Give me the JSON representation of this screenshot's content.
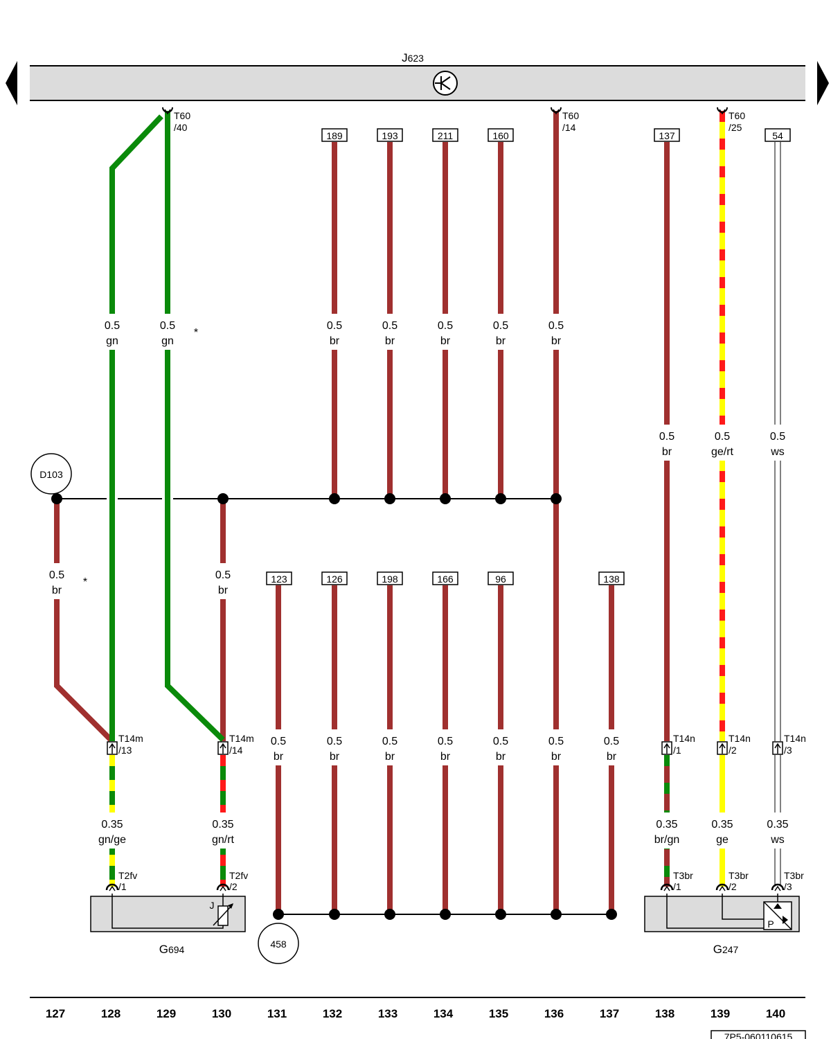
{
  "control_unit": {
    "id": "J",
    "sub": "623"
  },
  "wires_top": [
    {
      "size": "0.5",
      "color": "gn"
    },
    {
      "size": "0.5",
      "color": "gn"
    },
    {
      "size": "0.5",
      "color": "br"
    },
    {
      "size": "0.5",
      "color": "br"
    },
    {
      "size": "0.5",
      "color": "br"
    },
    {
      "size": "0.5",
      "color": "br"
    },
    {
      "size": "0.5",
      "color": "br"
    },
    {
      "size": "0.5",
      "color": "br"
    },
    {
      "size": "0.5",
      "color": "ge/rt"
    },
    {
      "size": "0.5",
      "color": "ws"
    }
  ],
  "wires_mid": [
    {
      "size": "0.5",
      "color": "br"
    },
    {
      "size": "0.5",
      "color": "br"
    }
  ],
  "wires_lower": [
    {
      "size": "0.5",
      "color": "br"
    },
    {
      "size": "0.5",
      "color": "br"
    },
    {
      "size": "0.5",
      "color": "br"
    },
    {
      "size": "0.5",
      "color": "br"
    },
    {
      "size": "0.5",
      "color": "br"
    },
    {
      "size": "0.5",
      "color": "br"
    },
    {
      "size": "0.5",
      "color": "br"
    }
  ],
  "wires_bottom": [
    {
      "size": "0.35",
      "color": "gn/ge"
    },
    {
      "size": "0.35",
      "color": "gn/rt"
    },
    {
      "size": "0.35",
      "color": "br/gn"
    },
    {
      "size": "0.35",
      "color": "ge"
    },
    {
      "size": "0.35",
      "color": "ws"
    }
  ],
  "refs_top": [
    "189",
    "193",
    "211",
    "160",
    "137",
    "54"
  ],
  "refs_lower": [
    "123",
    "126",
    "198",
    "166",
    "96",
    "138"
  ],
  "connectors": {
    "t60_40": {
      "name": "T60",
      "pin": "/40"
    },
    "t60_14": {
      "name": "T60",
      "pin": "/14"
    },
    "t60_25": {
      "name": "T60",
      "pin": "/25"
    },
    "t14m_13": {
      "name": "T14m",
      "pin": "/13"
    },
    "t14m_14": {
      "name": "T14m",
      "pin": "/14"
    },
    "t14n_1": {
      "name": "T14n",
      "pin": "/1"
    },
    "t14n_2": {
      "name": "T14n",
      "pin": "/2"
    },
    "t14n_3": {
      "name": "T14n",
      "pin": "/3"
    },
    "t2fv_1": {
      "name": "T2fv",
      "pin": "/1"
    },
    "t2fv_2": {
      "name": "T2fv",
      "pin": "/2"
    },
    "t3br_1": {
      "name": "T3br",
      "pin": "/1"
    },
    "t3br_2": {
      "name": "T3br",
      "pin": "/2"
    },
    "t3br_3": {
      "name": "T3br",
      "pin": "/3"
    }
  },
  "splices": {
    "d103": "D103",
    "ground_458": "458"
  },
  "components": {
    "g694": {
      "id": "G",
      "sub": "694",
      "symbol": "J"
    },
    "g247": {
      "id": "G",
      "sub": "247",
      "symbol": "P"
    }
  },
  "markers": {
    "asterisk": "*"
  },
  "columns": [
    "127",
    "128",
    "129",
    "130",
    "131",
    "132",
    "133",
    "134",
    "135",
    "136",
    "137",
    "138",
    "139",
    "140"
  ],
  "doc_code": "7P5-060110615",
  "colors": {
    "br": "#a0302f",
    "gn": "#0a8a0a",
    "ge": "#ffff00",
    "rt": "#ff1a1a",
    "box_fill": "#dcdcdc"
  }
}
